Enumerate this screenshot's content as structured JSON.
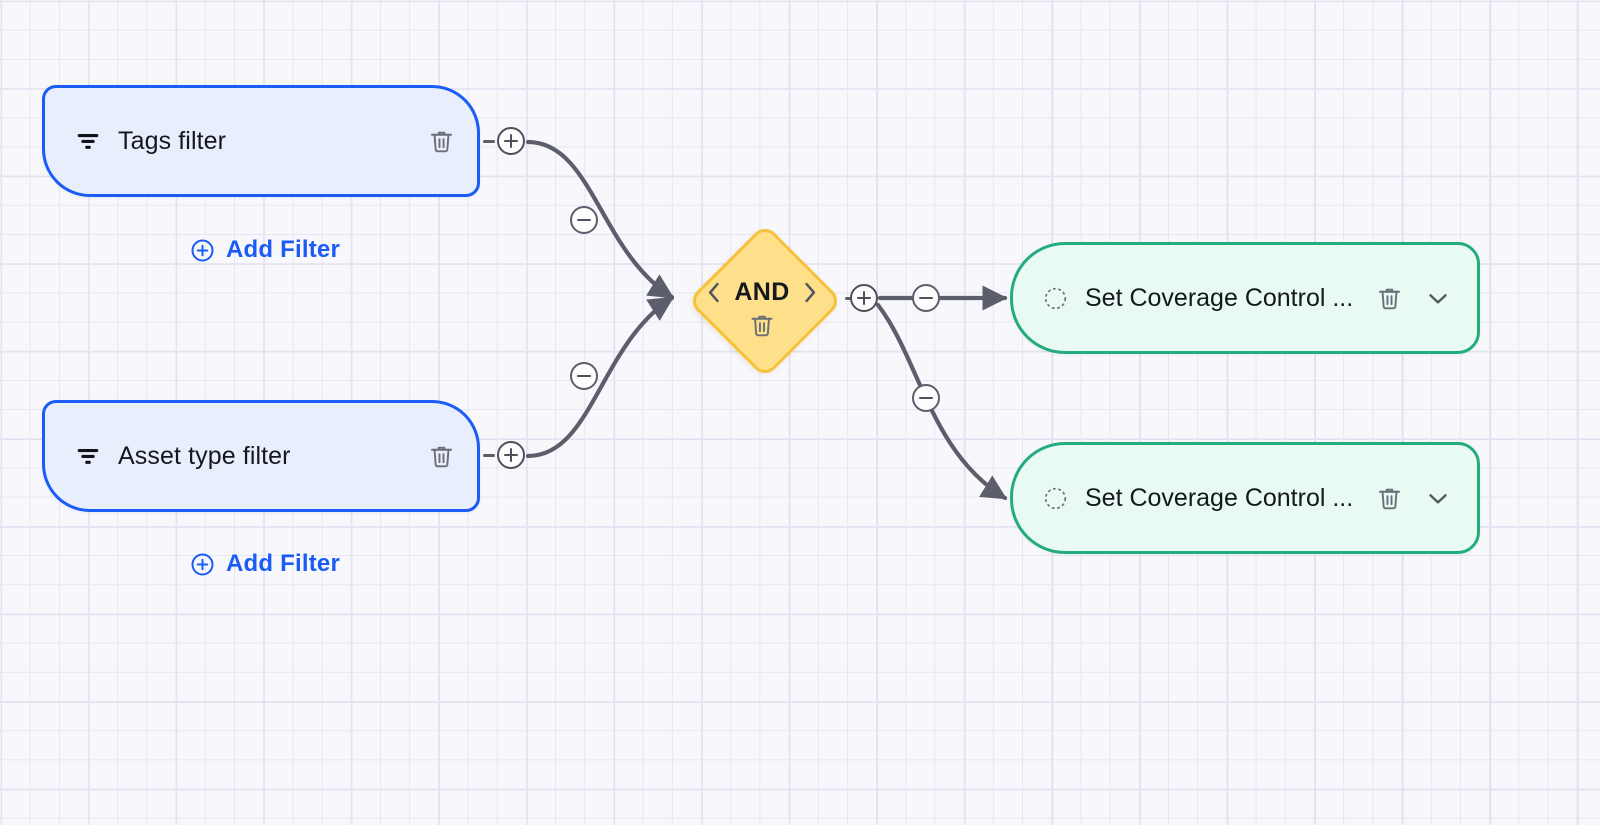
{
  "canvas": {
    "background_color": "#f8f8fc",
    "grid_line_color": "#e6e6f2",
    "grid_major_color": "#dcdcef"
  },
  "theme": {
    "filter_accent": "#1a5cf5",
    "filter_fill": "#e8eefc",
    "logic_accent": "#f5c13d",
    "logic_fill": "#ffe08a",
    "action_accent": "#24ab7e",
    "action_fill": "#e9faf2",
    "edge_color": "#5c5f6b",
    "link_color": "#1a5cf5"
  },
  "filter_nodes": [
    {
      "id": "tags-filter",
      "label": "Tags filter",
      "icon": "funnel-icon",
      "delete_icon": "trash-icon"
    },
    {
      "id": "asset-type-filter",
      "label": "Asset type filter",
      "icon": "funnel-icon",
      "delete_icon": "trash-icon"
    }
  ],
  "add_filter_links": [
    {
      "id": "add-filter-1",
      "label": "Add Filter",
      "icon": "plus-circle-icon"
    },
    {
      "id": "add-filter-2",
      "label": "Add Filter",
      "icon": "plus-circle-icon"
    }
  ],
  "logic_node": {
    "id": "and-operator",
    "label": "AND",
    "prev_icon": "chevron-left-icon",
    "next_icon": "chevron-right-icon",
    "delete_icon": "trash-icon"
  },
  "action_nodes": [
    {
      "id": "action-1",
      "label": "Set Coverage Control ...",
      "icon": "dashed-circle-icon",
      "delete_icon": "trash-icon",
      "expand_icon": "chevron-down-icon"
    },
    {
      "id": "action-2",
      "label": "Set Coverage Control ...",
      "icon": "dashed-circle-icon",
      "delete_icon": "trash-icon",
      "expand_icon": "chevron-down-icon"
    }
  ],
  "handles": {
    "add_symbol": "+",
    "remove_symbol": "-"
  }
}
